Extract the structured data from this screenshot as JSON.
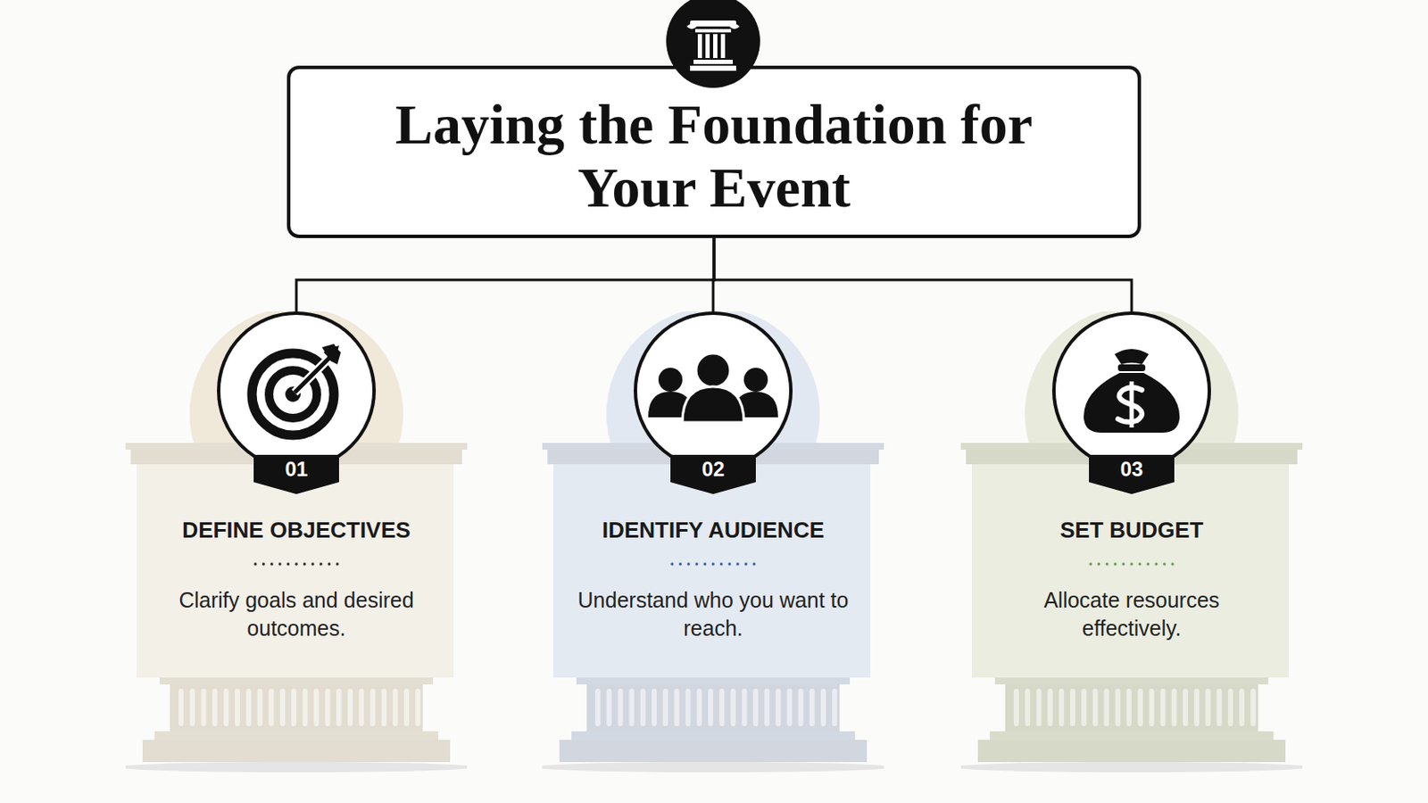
{
  "diagram": {
    "nodes": [
      {
        "text": [
          "Laying the Foundation for Your Event"
        ]
      },
      {
        "text": [
          "01",
          "DEFINE OBJECTIVES",
          "Clarify goals and desired outcomes."
        ]
      },
      {
        "text": [
          "02",
          "IDENTIFY AUDIENCE",
          "Understand who you want to reach."
        ]
      },
      {
        "text": [
          "03",
          "SET BUDGET",
          "Allocate resources effectively."
        ]
      }
    ],
    "edges": [
      {
        "from": 0,
        "to": 1,
        "arrow": "none"
      },
      {
        "from": 0,
        "to": 2,
        "arrow": "none"
      },
      {
        "from": 0,
        "to": 3,
        "arrow": "none"
      }
    ]
  }
}
